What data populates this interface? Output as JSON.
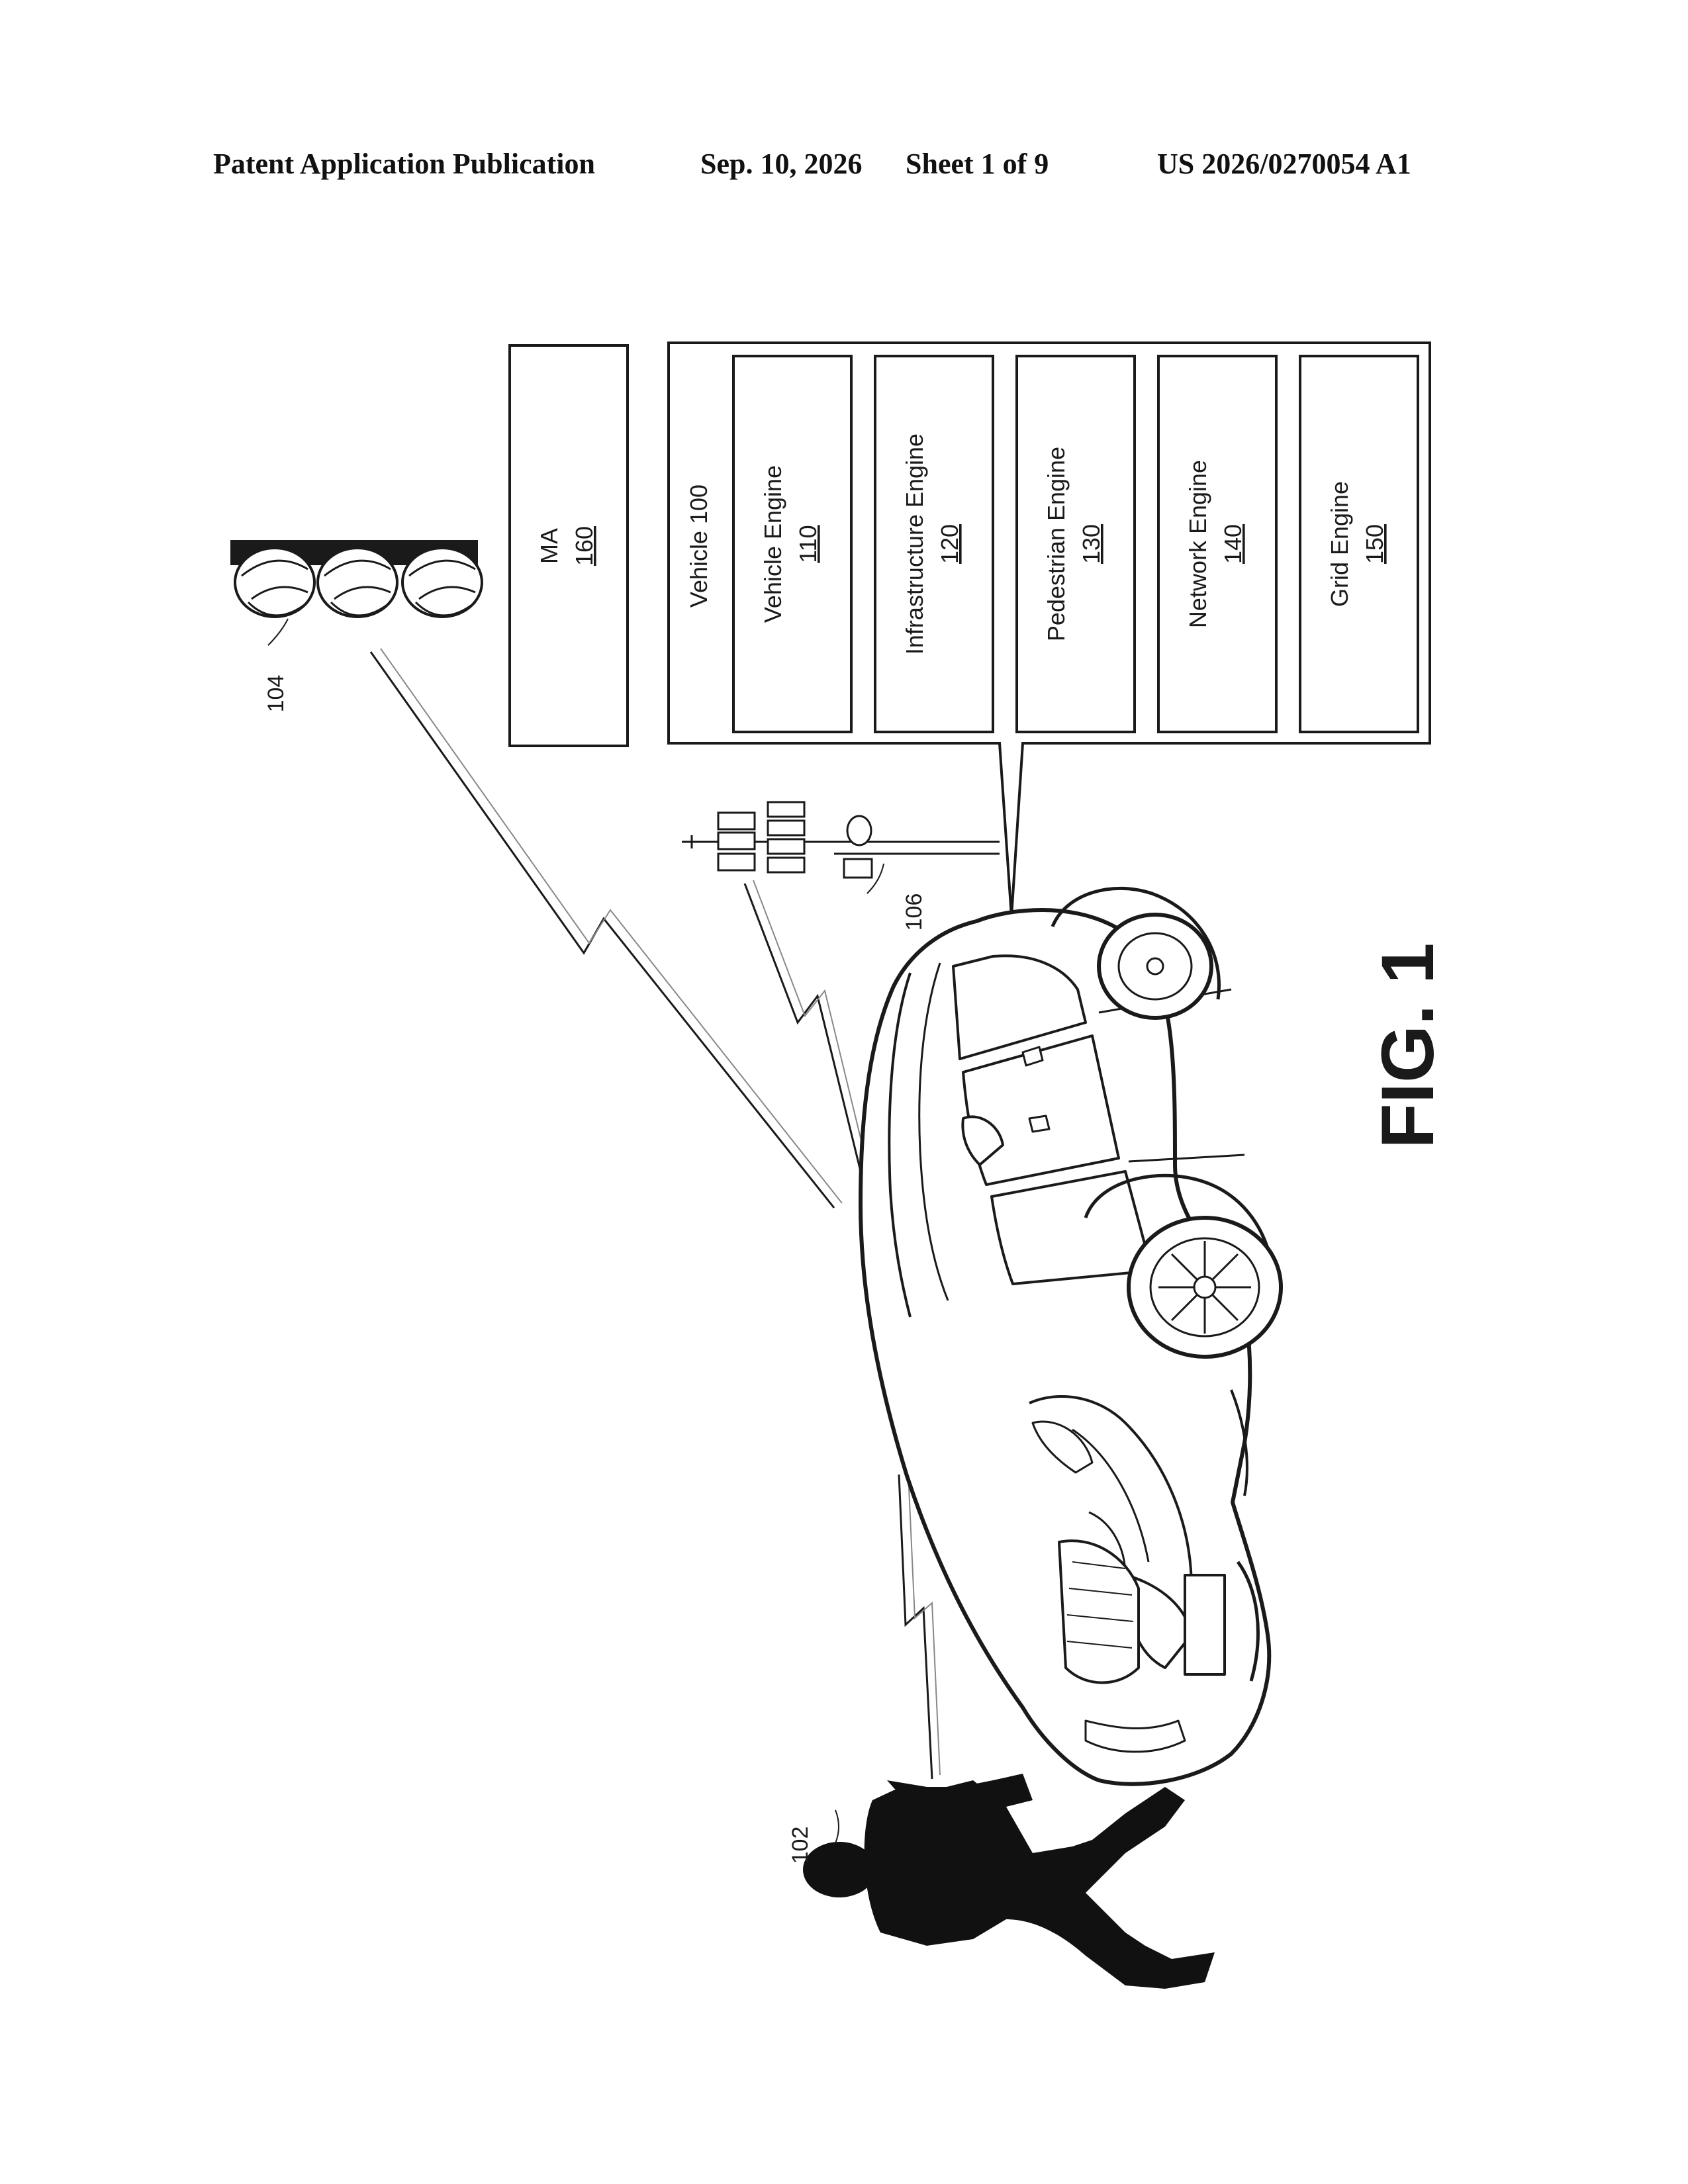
{
  "header": {
    "publication": "Patent Application Publication",
    "date": "Sep. 10, 2026",
    "sheet": "Sheet 1 of 9",
    "number": "US 2026/0270054 A1"
  },
  "figure": {
    "caption": "FIG. 1",
    "ma_box": {
      "title": "MA",
      "ref": "160"
    },
    "vehicle_box": {
      "title": "Vehicle 100"
    },
    "engines": [
      {
        "name": "Vehicle Engine",
        "ref": "110"
      },
      {
        "name": "Infrastructure Engine",
        "ref": "120"
      },
      {
        "name": "Pedestrian Engine",
        "ref": "130"
      },
      {
        "name": "Network Engine",
        "ref": "140"
      },
      {
        "name": "Grid Engine",
        "ref": "150"
      }
    ],
    "refs": {
      "pedestrian": "102",
      "traffic_light": "104",
      "tower": "106"
    }
  },
  "colors": {
    "ink": "#1a1a1a",
    "paper": "#ffffff"
  }
}
